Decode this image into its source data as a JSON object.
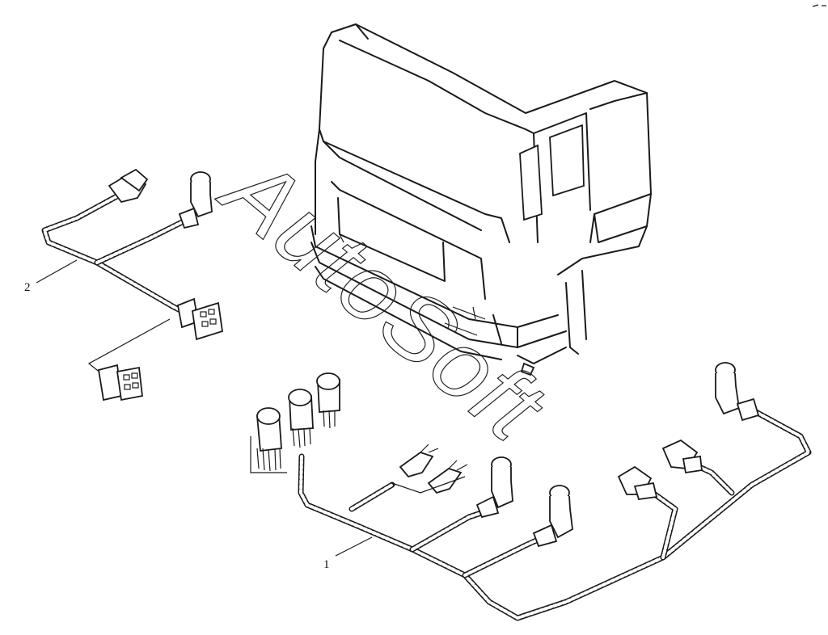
{
  "callouts": {
    "one": "1",
    "two": "2"
  },
  "watermark": {
    "text": "AutoSoft"
  },
  "colors": {
    "line": "#1a1a1a",
    "background": "#ffffff"
  }
}
